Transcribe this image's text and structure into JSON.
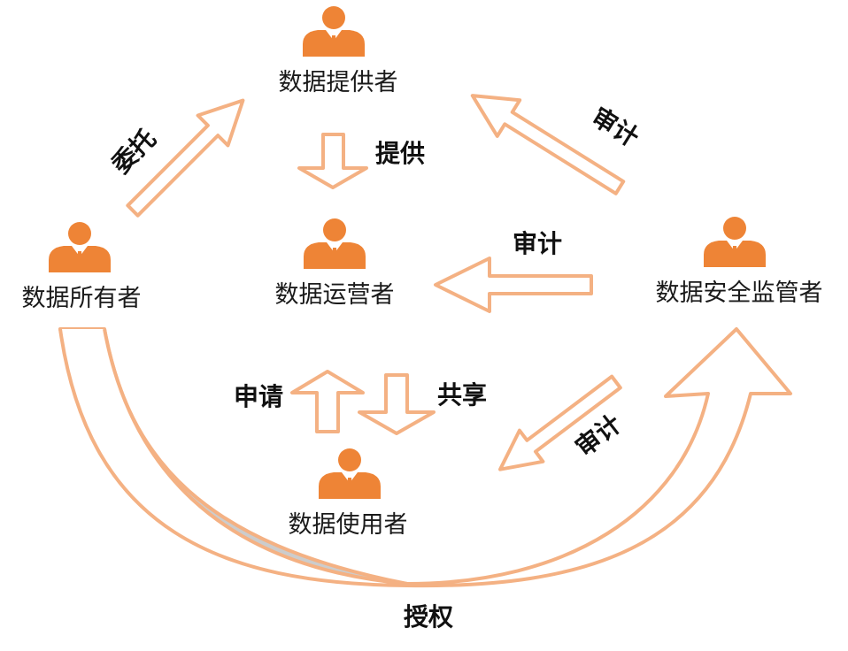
{
  "colors": {
    "person": "#ee8436",
    "arrow_outline": "#f4b183",
    "curve_fill": "#cccccc",
    "collar": "#ffffff"
  },
  "actors": {
    "provider": "数据提供者",
    "operator": "数据运营者",
    "owner": "数据所有者",
    "regulator": "数据安全监管者",
    "user": "数据使用者"
  },
  "actions": {
    "entrust": "委托",
    "provide": "提供",
    "audit_provider": "审计",
    "audit_operator": "审计",
    "audit_user": "审计",
    "apply": "申请",
    "share": "共享",
    "authorize": "授权"
  },
  "icons": {
    "person": "person-icon",
    "arrow": "arrow-icon"
  }
}
